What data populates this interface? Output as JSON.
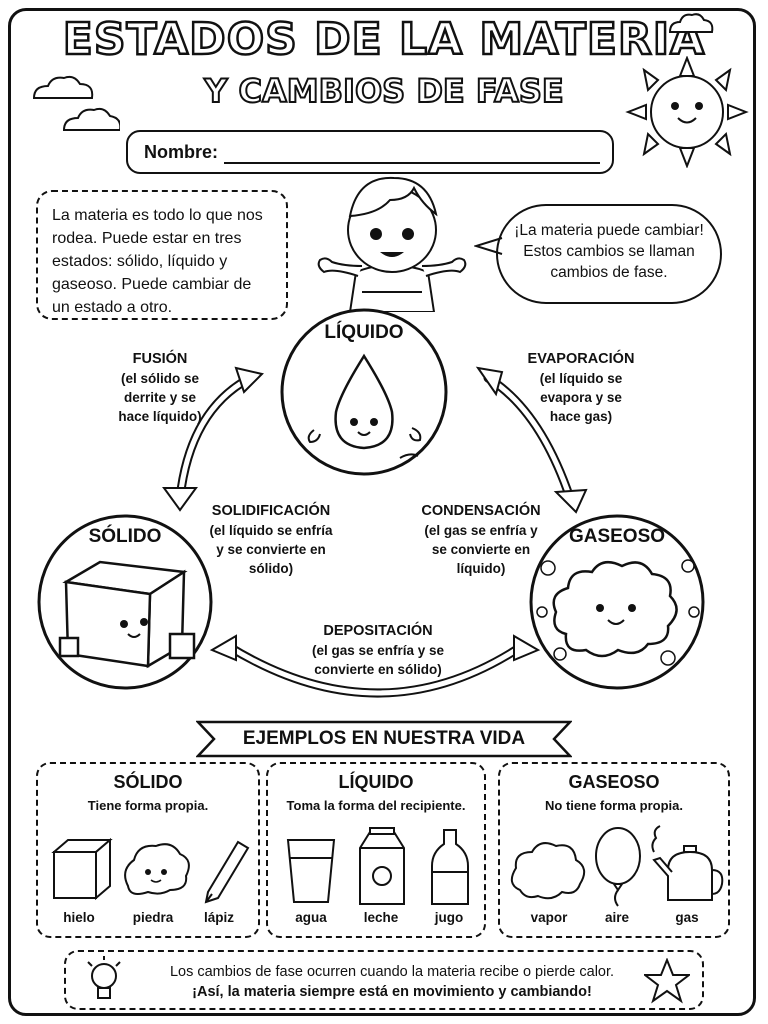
{
  "header": {
    "title_line1": "ESTADOS DE LA MATERIA",
    "title_line2": "Y CAMBIOS DE FASE"
  },
  "name_field": {
    "label": "Nombre:"
  },
  "intro_text": "La materia es todo lo que nos rodea. Puede estar en tres estados: sólido, líquido y gaseoso. Puede cambiar de un estado a otro.",
  "speech_bubble": "¡La materia puede cambiar! Estos cambios se llaman cambios de fase.",
  "states": {
    "liquid": "LÍQUIDO",
    "solid": "SÓLIDO",
    "gas": "GASEOSO"
  },
  "processes": {
    "fusion": {
      "name": "FUSIÓN",
      "desc": [
        "(el sólido se",
        "derrite y se",
        "hace líquido)"
      ]
    },
    "evaporation": {
      "name": "EVAPORACIÓN",
      "desc": [
        "(el líquido se",
        "evapora y se",
        "hace gas)"
      ]
    },
    "solidification": {
      "name": "SOLIDIFICACIÓN",
      "desc": [
        "(el líquido se enfría",
        "y se convierte en",
        "sólido)"
      ]
    },
    "condensation": {
      "name": "CONDENSACIÓN",
      "desc": [
        "(el gas se enfría y",
        "se convierte en",
        "líquido)"
      ]
    },
    "deposition": {
      "name": "DEPOSITACIÓN",
      "desc": [
        "(el gas se enfría y se",
        "convierte en sólido)"
      ]
    }
  },
  "examples": {
    "banner": "EJEMPLOS EN NUESTRA VIDA",
    "panels": [
      {
        "title": "SÓLIDO",
        "subtitle": "Tiene forma propia.",
        "items": [
          "hielo",
          "piedra",
          "lápiz"
        ]
      },
      {
        "title": "LÍQUIDO",
        "subtitle": "Toma la forma del recipiente.",
        "items": [
          "agua",
          "leche",
          "jugo"
        ]
      },
      {
        "title": "GASEOSO",
        "subtitle": "No tiene forma propia.",
        "items": [
          "vapor",
          "aire",
          "gas"
        ]
      }
    ]
  },
  "footer": {
    "line1": "Los cambios de fase ocurren cuando la materia recibe o pierde calor.",
    "line2": "¡Así, la materia siempre está en movimiento y cambiando!"
  },
  "icons": [
    "sun-icon",
    "cloud-icon",
    "boy-icon",
    "water-drop-icon",
    "ice-cube-icon",
    "cloud-face-icon",
    "ice-icon",
    "rock-icon",
    "pencil-icon",
    "glass-icon",
    "milk-carton-icon",
    "bottle-icon",
    "steam-cloud-icon",
    "balloon-icon",
    "kettle-icon",
    "light-bulb-icon",
    "star-icon"
  ],
  "colors": {
    "ink": "#111111",
    "paper": "#ffffff"
  }
}
